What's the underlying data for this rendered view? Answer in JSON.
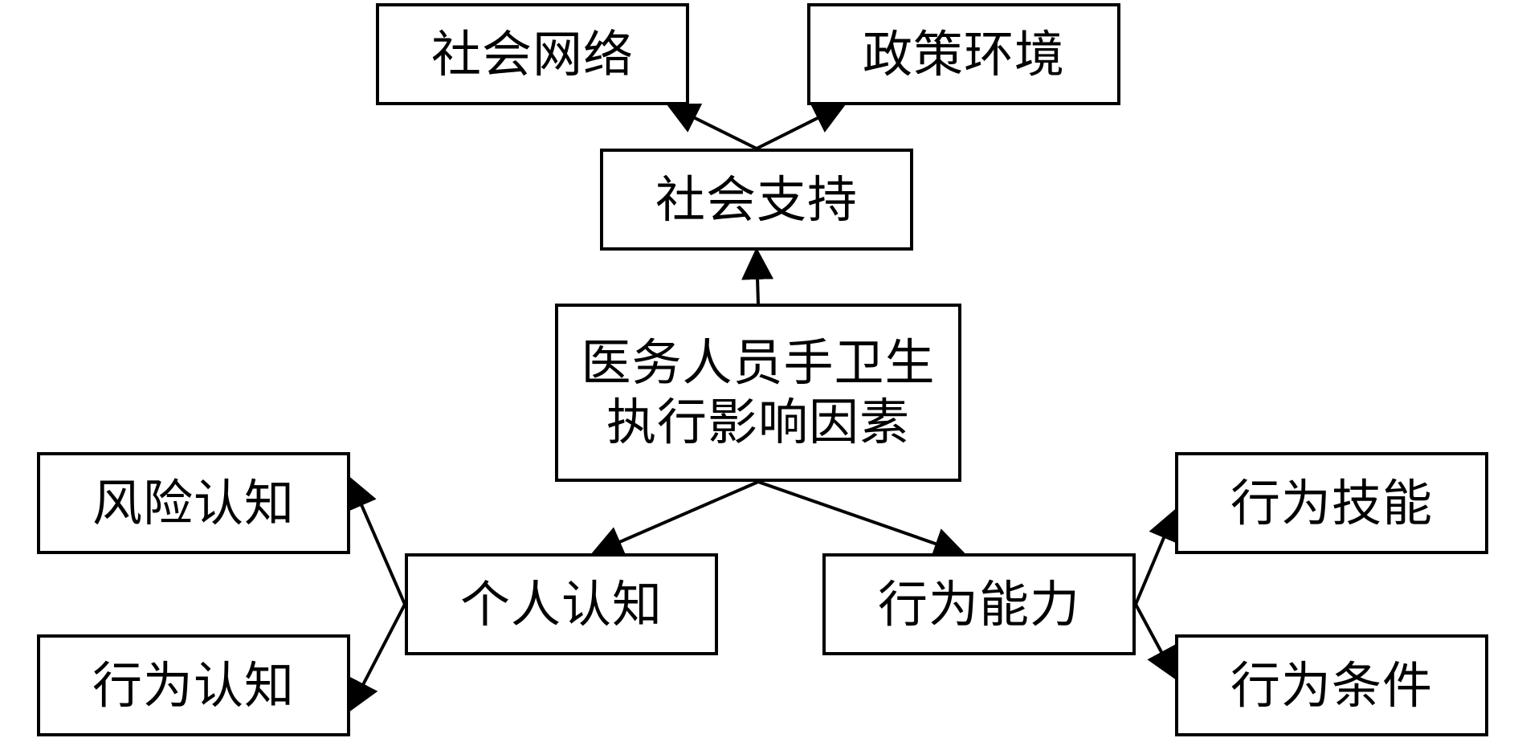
{
  "diagram": {
    "nodes": {
      "social_network": "社会网络",
      "policy_environment": "政策环境",
      "social_support": "社会支持",
      "center": "医务人员手卫生\n执行影响因素",
      "risk_cognition": "风险认知",
      "behavior_cognition": "行为认知",
      "personal_cognition": "个人认知",
      "behavior_ability": "行为能力",
      "behavior_skill": "行为技能",
      "behavior_condition": "行为条件"
    },
    "edges": [
      {
        "from": "center",
        "to": "social_support"
      },
      {
        "from": "social_support",
        "to": "social_network"
      },
      {
        "from": "social_support",
        "to": "policy_environment"
      },
      {
        "from": "center",
        "to": "personal_cognition"
      },
      {
        "from": "center",
        "to": "behavior_ability"
      },
      {
        "from": "personal_cognition",
        "to": "risk_cognition"
      },
      {
        "from": "personal_cognition",
        "to": "behavior_cognition"
      },
      {
        "from": "behavior_ability",
        "to": "behavior_skill"
      },
      {
        "from": "behavior_ability",
        "to": "behavior_condition"
      }
    ],
    "colors": {
      "line": "#000000",
      "box_border": "#000000",
      "background": "#ffffff"
    }
  }
}
